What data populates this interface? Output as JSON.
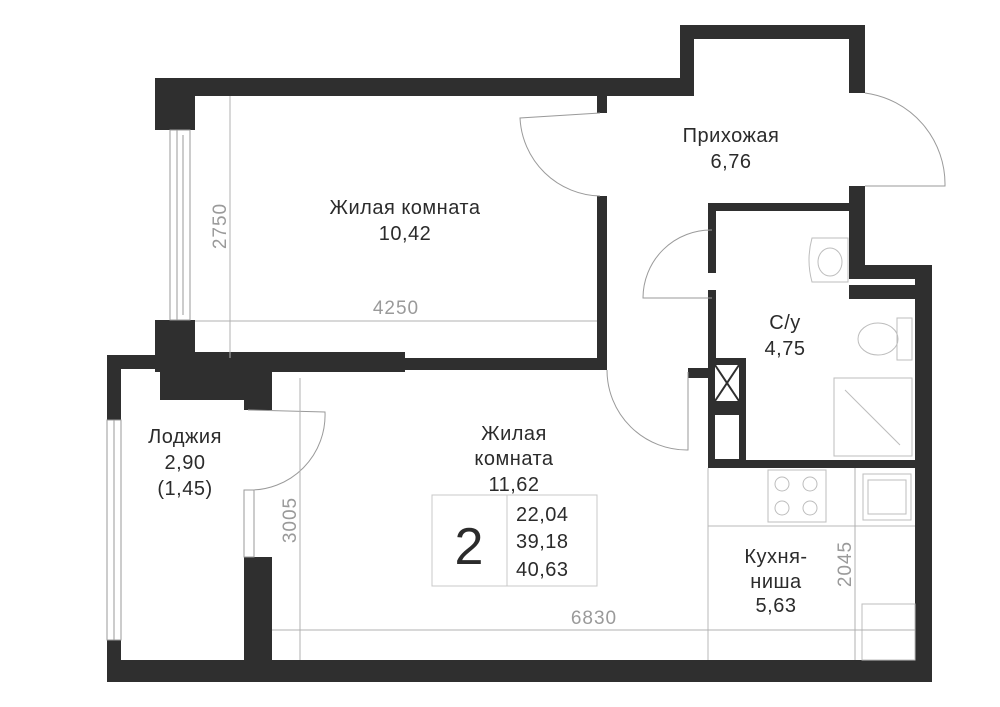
{
  "rooms": {
    "living1": {
      "name": "Жилая комната",
      "area": "10,42"
    },
    "hall": {
      "name": "Прихожая",
      "area": "6,76"
    },
    "bath": {
      "name": "С/у",
      "area": "4,75"
    },
    "loggia": {
      "name": "Лоджия",
      "area": "2,90",
      "area_reduced": "(1,45)"
    },
    "living2": {
      "name_line1": "Жилая",
      "name_line2": "комната",
      "area": "11,62"
    },
    "kitchen": {
      "name_line1": "Кухня-",
      "name_line2": "ниша",
      "area": "5,63"
    }
  },
  "dimensions": {
    "d2750": "2750",
    "d4250": "4250",
    "d3005": "3005",
    "d2045": "2045",
    "d6830": "6830"
  },
  "summary": {
    "rooms_count": "2",
    "living_area": "22,04",
    "total_area": "39,18",
    "total_with_loggia": "40,63"
  },
  "colors": {
    "wall": "#2f2f2f",
    "text": "#2b2b2b",
    "dimension": "#9a9a9a"
  }
}
